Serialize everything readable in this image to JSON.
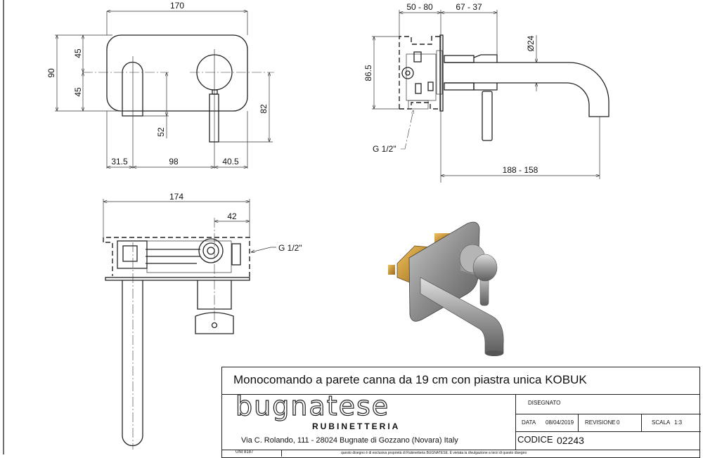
{
  "drawing": {
    "front_view": {
      "width": "170",
      "height": "90",
      "half_top": "45",
      "half_bottom": "45",
      "spout_drop": "52",
      "lever_drop": "82",
      "left_offset": "31.5",
      "center_distance": "98",
      "right_offset": "40.5"
    },
    "side_view": {
      "box_depth": "50 - 80",
      "body_depth": "67 - 37",
      "box_height": "86.5",
      "spout_diameter": "Ø24",
      "spout_projection": "188 - 158",
      "connection": "G 1/2\""
    },
    "top_view": {
      "total_width": "174",
      "offset": "42",
      "connection": "G 1/2\""
    }
  },
  "title_block": {
    "title": "Monocomando a parete canna da 19 cm con piastra unica KOBUK",
    "logo_text": "bugnatese",
    "logo_sub": "RUBINETTERIA",
    "address": "Via C. Rolando, 111 - 28024 Bugnate di Gozzano (Novara) Italy",
    "disegnato_label": "DISEGNATO",
    "data_label": "DATA",
    "data_value": "08/04/2019",
    "revisione_label": "REVISIONE",
    "revisione_value": "0",
    "scala_label": "SCALA",
    "scala_value": "1:3",
    "codice_label": "CODICE",
    "codice_value": "02243",
    "norm": "UNI 8187",
    "disclaimer": "questo disegno è di esclusiva proprietà di Rubinetteria BUGNATESE. È vietata la divulgazione a terzi di questo disegno"
  }
}
